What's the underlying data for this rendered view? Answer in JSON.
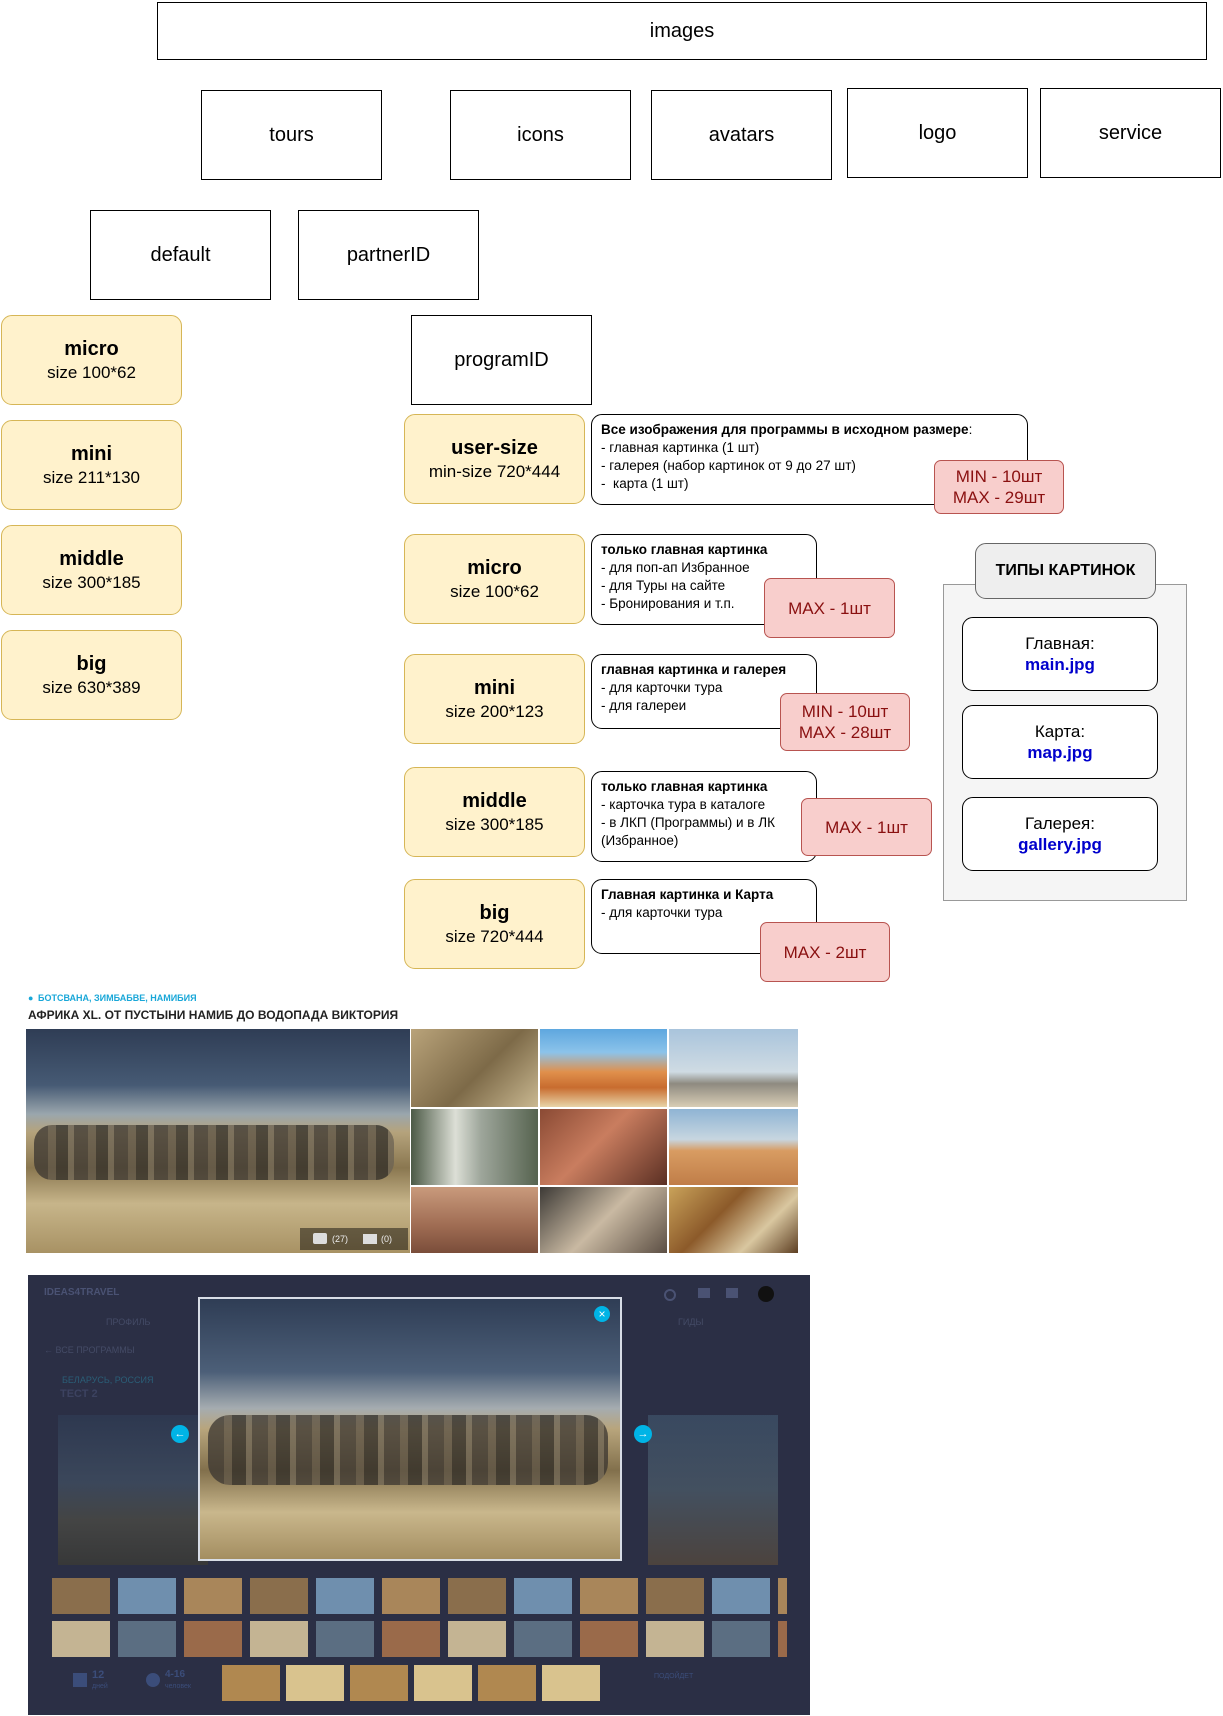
{
  "folders": {
    "images": "images",
    "tours": "tours",
    "icons": "icons",
    "avatars": "avatars",
    "logo": "logo",
    "service": "service",
    "default": "default",
    "partnerID": "partnerID",
    "programID": "programID"
  },
  "default_sizes": [
    {
      "title": "micro",
      "size": "size 100*62"
    },
    {
      "title": "mini",
      "size": "size 211*130"
    },
    {
      "title": "middle",
      "size": "size 300*185"
    },
    {
      "title": "big",
      "size": "size 630*389"
    }
  ],
  "program_sizes": [
    {
      "title": "user-size",
      "size": "min-size 720*444"
    },
    {
      "title": "micro",
      "size": "size 100*62"
    },
    {
      "title": "mini",
      "size": "size 200*123"
    },
    {
      "title": "middle",
      "size": "size 300*185"
    },
    {
      "title": "big",
      "size": "size 720*444"
    }
  ],
  "notes": [
    {
      "title": "Все изображения для программы в исходном размере",
      "suffix": ":",
      "lines": [
        "- главная картинка (1 шт)",
        "- галерея (набор картинок от 9 до 27 шт)",
        "-  карта (1 шт)"
      ]
    },
    {
      "title": "только главная картинка",
      "lines": [
        "- для поп-ап Избранное",
        "- для Туры на сайте",
        "- Бронирования и т.п."
      ]
    },
    {
      "title": "главная картинка и галерея",
      "lines": [
        "- для карточки тура",
        "- для галереи"
      ]
    },
    {
      "title": "только главная картинка",
      "lines": [
        "- карточка тура в каталоге",
        "- в ЛКП (Программы) и в ЛК",
        "(Избранное)"
      ]
    },
    {
      "title": "Главная картинка и Карта",
      "lines": [
        "- для карточки тура"
      ]
    }
  ],
  "limits": [
    {
      "l1": "MIN - 10шт",
      "l2": "MAX - 29шт"
    },
    {
      "l1": "MAX - 1шт"
    },
    {
      "l1": "MIN - 10шт",
      "l2": "MAX - 28шт"
    },
    {
      "l1": "MAX - 1шт"
    },
    {
      "l1": "MAX - 2шт"
    }
  ],
  "types_panel": {
    "title": "ТИПЫ КАРТИНОК",
    "items": [
      {
        "label": "Главная:",
        "file": "main.jpg"
      },
      {
        "label": "Карта:",
        "file": "map.jpg"
      },
      {
        "label": "Галерея:",
        "file": "gallery.jpg"
      }
    ]
  },
  "screenshot1": {
    "location": "БОТСВАНА, ЗИМБАБВЕ, НАМИБИЯ",
    "title": "АФРИКА XL. ОТ ПУСТЫНИ НАМИБ ДО ВОДОПАДА ВИКТОРИЯ",
    "photo_count": "(27)",
    "video_count": "(0)"
  },
  "screenshot2": {
    "logo": "IDEAS4TRAVEL",
    "nav_left": "ПРОФИЛЬ",
    "nav_right": "ГИДЫ",
    "crumb": "← ВСЕ ПРОГРАММЫ",
    "location": "БЕЛАРУСЬ, РОССИЯ",
    "title": "ТЕСТ 2",
    "days": "12",
    "days_label": "дней",
    "people": "4-16",
    "people_label": "человек",
    "side_label": "ПОДОЙДЕТ",
    "close": "×",
    "prev": "←",
    "next": "→"
  },
  "colors": {
    "yellow_fill": "#fff2cc",
    "yellow_border": "#d6b656",
    "red_fill": "#f8cecc",
    "red_border": "#b85450",
    "file_blue": "#0000cc",
    "accent_cyan": "#00b4e6",
    "dark_overlay": "#2b2f45"
  }
}
